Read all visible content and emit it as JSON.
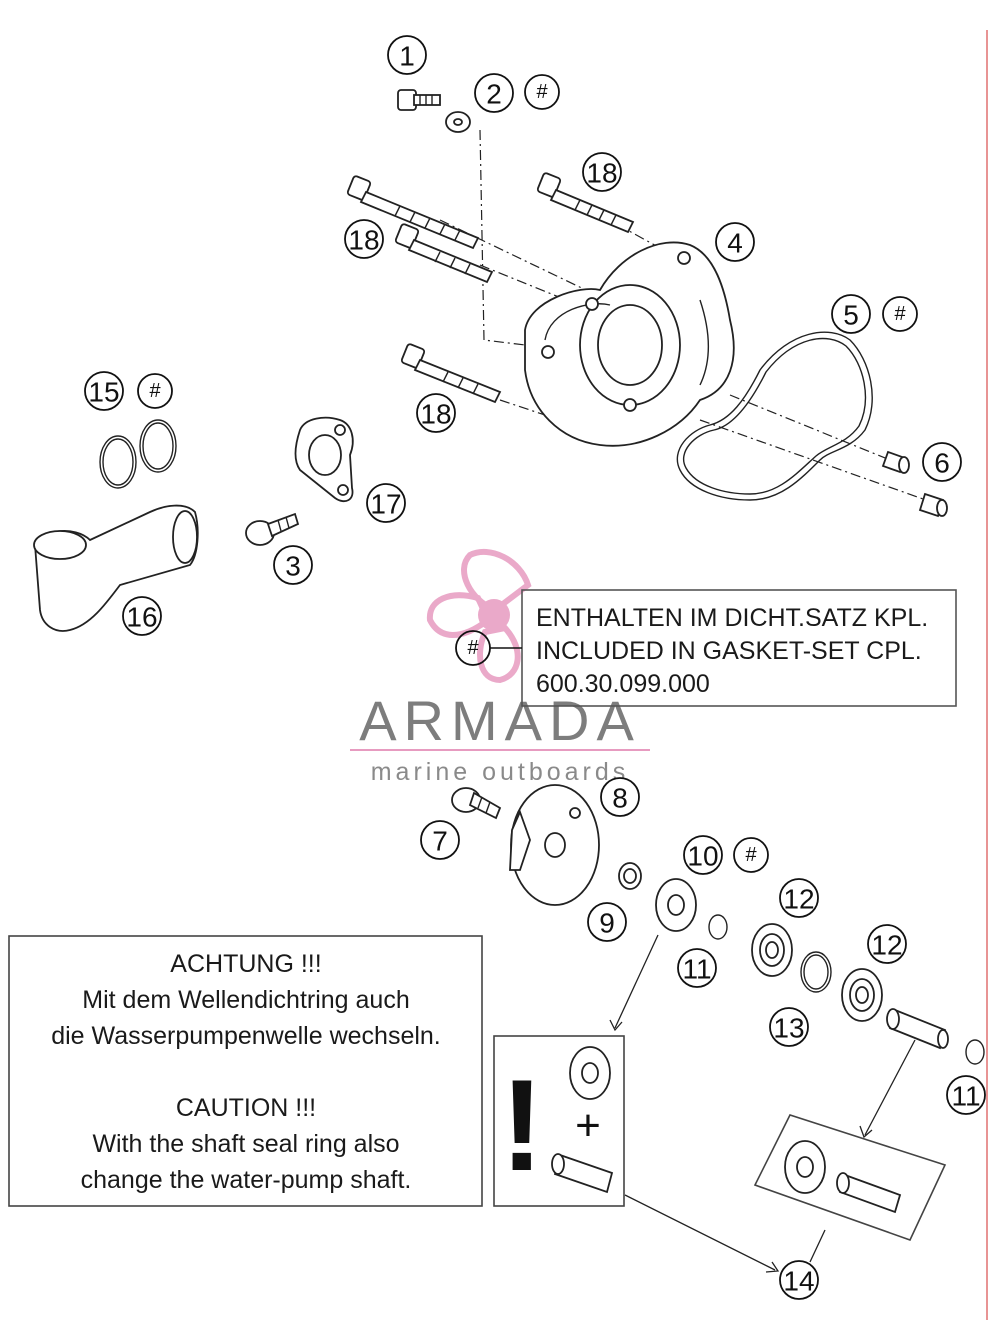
{
  "callouts": [
    {
      "id": "c1",
      "label": "1"
    },
    {
      "id": "c2",
      "label": "2"
    },
    {
      "id": "c3",
      "label": "3"
    },
    {
      "id": "c4",
      "label": "4"
    },
    {
      "id": "c5",
      "label": "5"
    },
    {
      "id": "c6",
      "label": "6"
    },
    {
      "id": "c7",
      "label": "7"
    },
    {
      "id": "c8",
      "label": "8"
    },
    {
      "id": "c9",
      "label": "9"
    },
    {
      "id": "c10",
      "label": "10"
    },
    {
      "id": "c11a",
      "label": "11"
    },
    {
      "id": "c11b",
      "label": "11"
    },
    {
      "id": "c12a",
      "label": "12"
    },
    {
      "id": "c12b",
      "label": "12"
    },
    {
      "id": "c13",
      "label": "13"
    },
    {
      "id": "c14",
      "label": "14"
    },
    {
      "id": "c15",
      "label": "15"
    },
    {
      "id": "c16",
      "label": "16"
    },
    {
      "id": "c17",
      "label": "17"
    },
    {
      "id": "c18a",
      "label": "18"
    },
    {
      "id": "c18b",
      "label": "18"
    },
    {
      "id": "c18c",
      "label": "18"
    }
  ],
  "hash_symbol": "#",
  "gasket_note": {
    "line1": "ENTHALTEN IM DICHT.SATZ KPL.",
    "line2": "INCLUDED IN GASKET-SET CPL.",
    "line3": "600.30.099.000"
  },
  "warning": {
    "de_title": "ACHTUNG !!!",
    "de_line1": "Mit dem Wellendichtring auch",
    "de_line2": "die Wasserpumpenwelle wechseln.",
    "en_title": "CAUTION !!!",
    "en_line1": "With the shaft seal ring also",
    "en_line2": "change the water-pump shaft."
  },
  "exclaim_box": {
    "mark": "!",
    "plus": "+"
  },
  "watermark": {
    "title": "ARMADA",
    "subtitle": "marine outboards"
  },
  "colors": {
    "watermark_pink": "#e79bc0",
    "watermark_gray": "#7d7d7d",
    "right_edge_line": "#e07070"
  }
}
